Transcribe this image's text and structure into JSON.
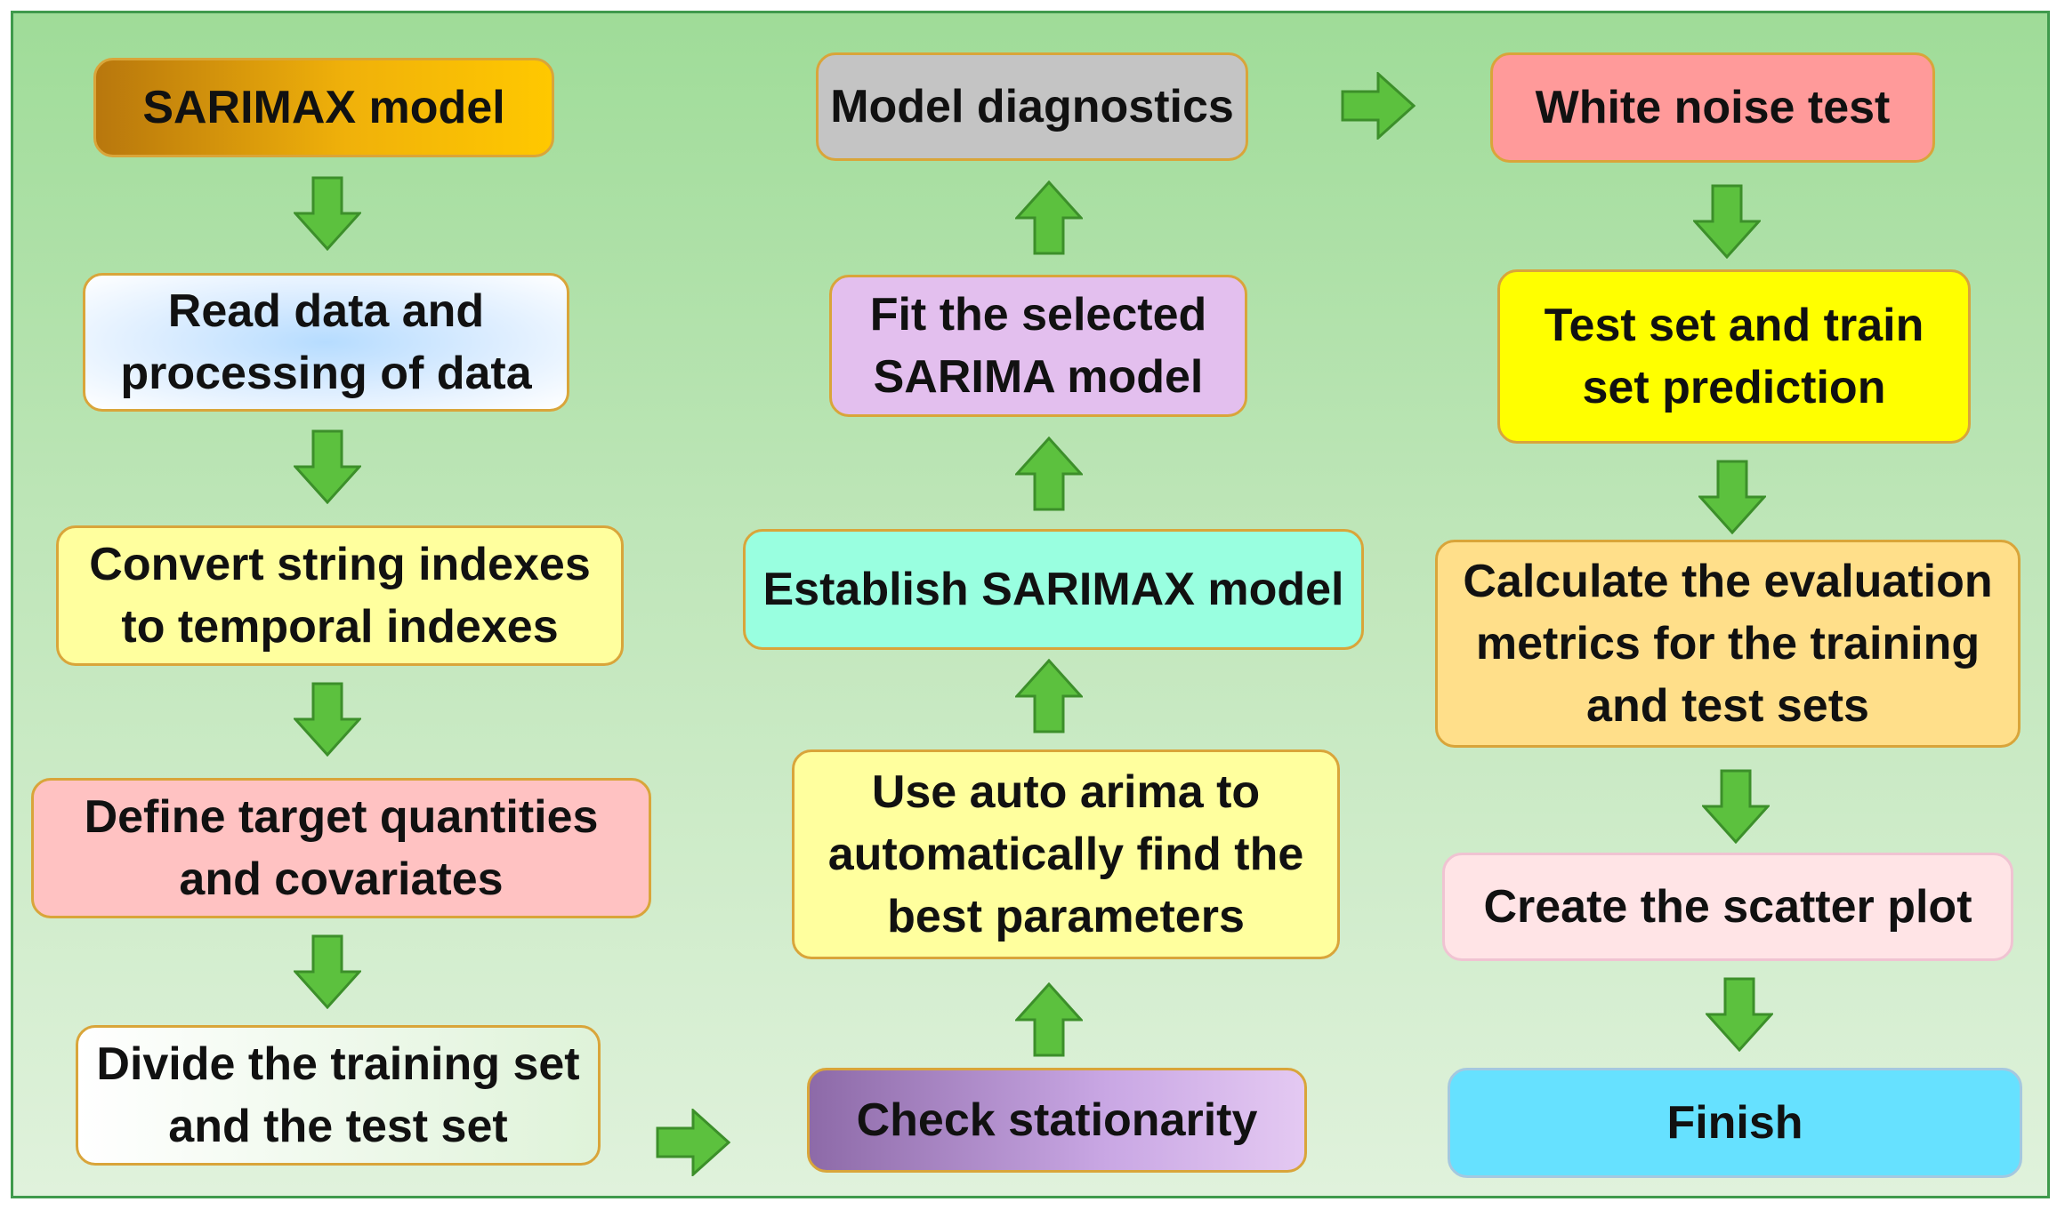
{
  "boxes": {
    "sarimax_model": "SARIMAX model",
    "read_data": "Read data and processing of data",
    "convert_indexes": "Convert string indexes to temporal indexes",
    "define_target": "Define target quantities and covariates",
    "divide_sets": "Divide the training set and the test set",
    "check_stationarity": "Check stationarity",
    "auto_arima": "Use auto arima to automatically find the best parameters",
    "establish_sarimax": "Establish SARIMAX model",
    "fit_sarima": "Fit the selected SARIMA model",
    "model_diagnostics": "Model diagnostics",
    "white_noise_test": "White noise test",
    "prediction": "Test set and train set prediction",
    "evaluation_metrics": "Calculate the evaluation metrics for the training and test sets",
    "scatter_plot": "Create the scatter plot",
    "finish": "Finish"
  },
  "colors": {
    "arrow_fill": "#5cc13e",
    "arrow_stroke": "#3c8f2a",
    "box_border": "#d9a53a",
    "background_top": "#9fdc98",
    "background_bottom": "#e0f2dc"
  }
}
